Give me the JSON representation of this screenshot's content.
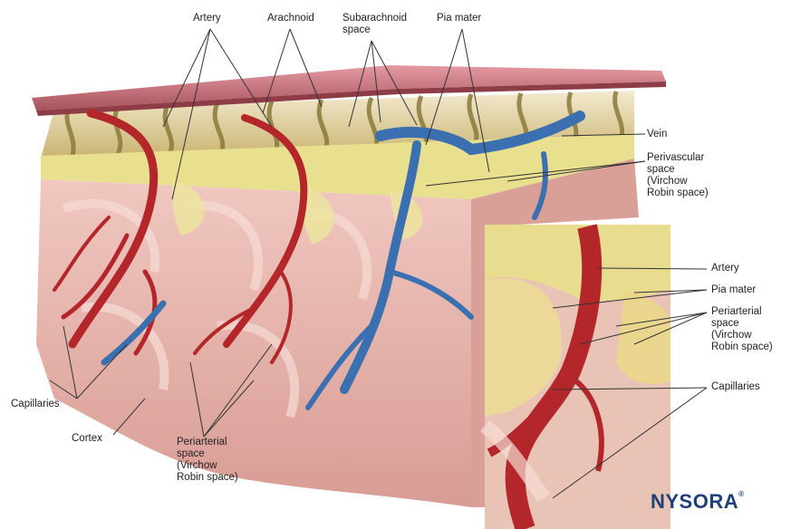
{
  "labels": {
    "artery_top": "Artery",
    "arachnoid": "Arachnoid",
    "subarachnoid": [
      "Subarachnoid",
      "space"
    ],
    "pia_top": "Pia mater",
    "vein": "Vein",
    "perivascular": [
      "Perivascular",
      "space",
      "(Virchow",
      "Robin space)"
    ],
    "artery_inset": "Artery",
    "pia_inset": "Pia mater",
    "periarterial_inset": [
      "Periarterial",
      "space",
      "(Virchow",
      "Robin space)"
    ],
    "capillaries_inset": "Capillaries",
    "capillaries_left": "Capillaries",
    "cortex": "Cortex",
    "periarterial_bottom": [
      "Periarterial",
      "space",
      "(Virchow",
      "Robin space)"
    ]
  },
  "logo": {
    "text": "NYSORA",
    "mark": "®"
  },
  "colors": {
    "dura": "#c9727c",
    "pia_yellow": "#e6dc8a",
    "cortex": "#e9b8b0",
    "artery": "#b3262a",
    "vein": "#3a6fb0"
  }
}
